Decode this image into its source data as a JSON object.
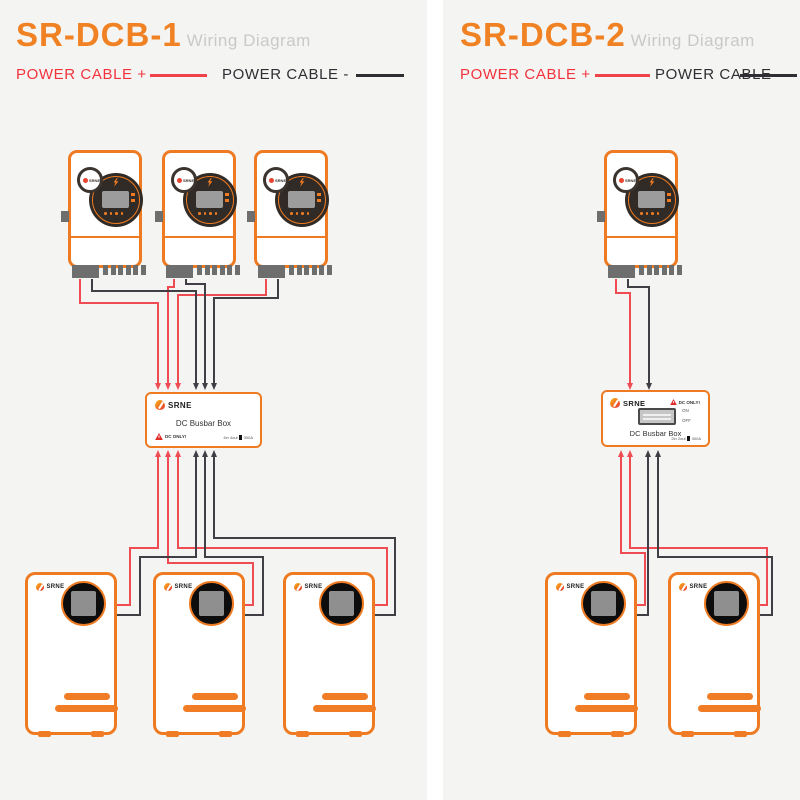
{
  "brand": "SRNE",
  "colors": {
    "accent_orange": "#EE7B22",
    "title_orange": "#F08224",
    "positive_cable_red": "#EE4B52",
    "negative_cable_black": "#413F45",
    "legend_red_text": "#F2333D",
    "background": "#F4F4F2"
  },
  "panels": [
    {
      "title": "SR-DCB-1",
      "subtitle": "Wiring Diagram",
      "legend_positive": "POWER CABLE +",
      "legend_negative": "POWER CABLE -",
      "inverter_count": 3,
      "battery_count": 3,
      "busbar": {
        "brand": "SRNE",
        "label": "DC Busbar Box",
        "warning": "DC ONLY!",
        "spec": "4in 4out",
        "rating": "300A"
      }
    },
    {
      "title": "SR-DCB-2",
      "subtitle": "Wiring Diagram",
      "legend_positive": "POWER CABLE +",
      "legend_negative": "POWER CABLE -",
      "inverter_count": 1,
      "battery_count": 2,
      "busbar": {
        "brand": "SRNE",
        "label": "DC Busbar Box",
        "warning": "DC ONLY!",
        "switch_on": "ON",
        "switch_off": "OFF",
        "spec": "2in 2out",
        "rating": "300A"
      }
    }
  ]
}
